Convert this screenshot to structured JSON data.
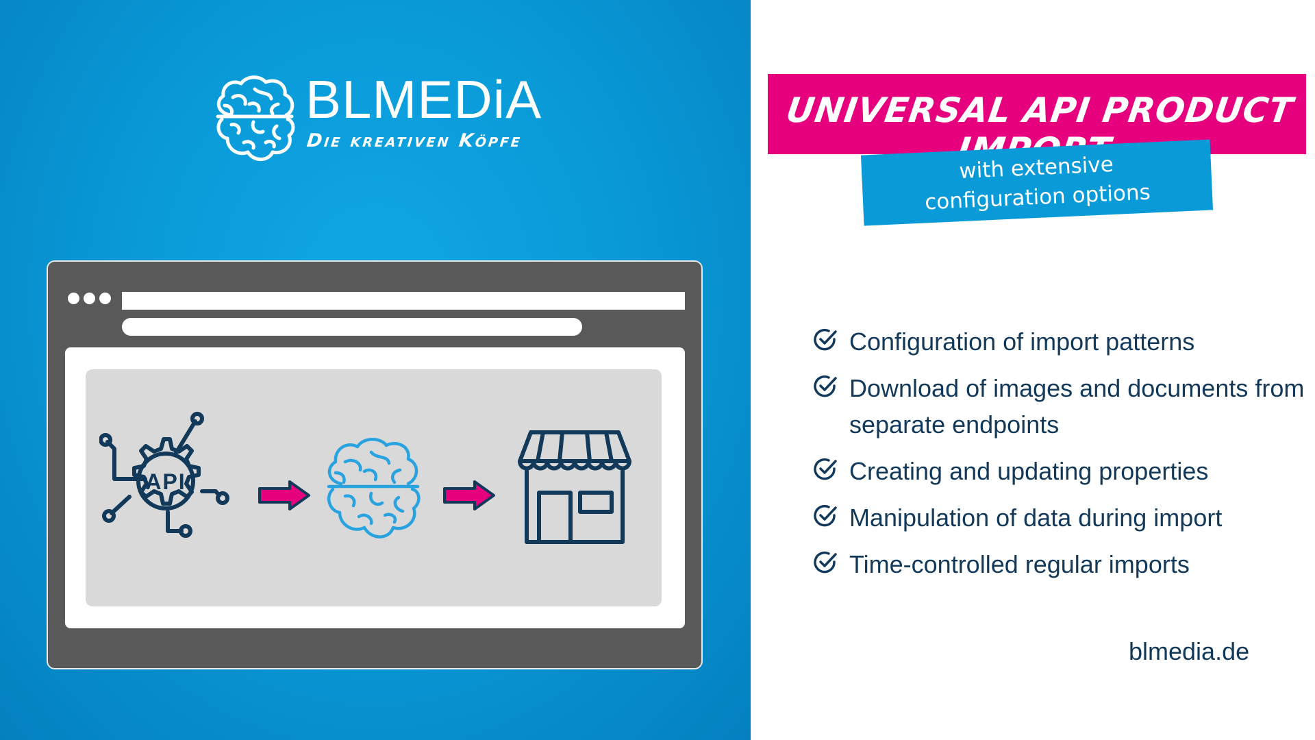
{
  "brand": {
    "name": "BLMEDiA",
    "tagline": "Die kreativen Köpfe",
    "website": "blmedia.de"
  },
  "headline": "UNIVERSAL API PRODUCT IMPORT",
  "subtitle": "with extensive configuration options",
  "features": [
    "Configuration of import patterns",
    "Download of images and documents from separate endpoints",
    "Creating and updating properties",
    "Manipulation of data during import",
    "Time-controlled regular imports"
  ],
  "illustration": {
    "api_label": "API",
    "icons": [
      "api-gear-icon",
      "arrow-right-icon",
      "brain-icon",
      "arrow-right-icon",
      "store-icon"
    ]
  },
  "colors": {
    "brand_blue": "#0a9ad8",
    "accent_pink": "#e6007e",
    "text_navy": "#12395a",
    "frame_gray": "#595959",
    "panel_gray": "#d9d9d9"
  }
}
